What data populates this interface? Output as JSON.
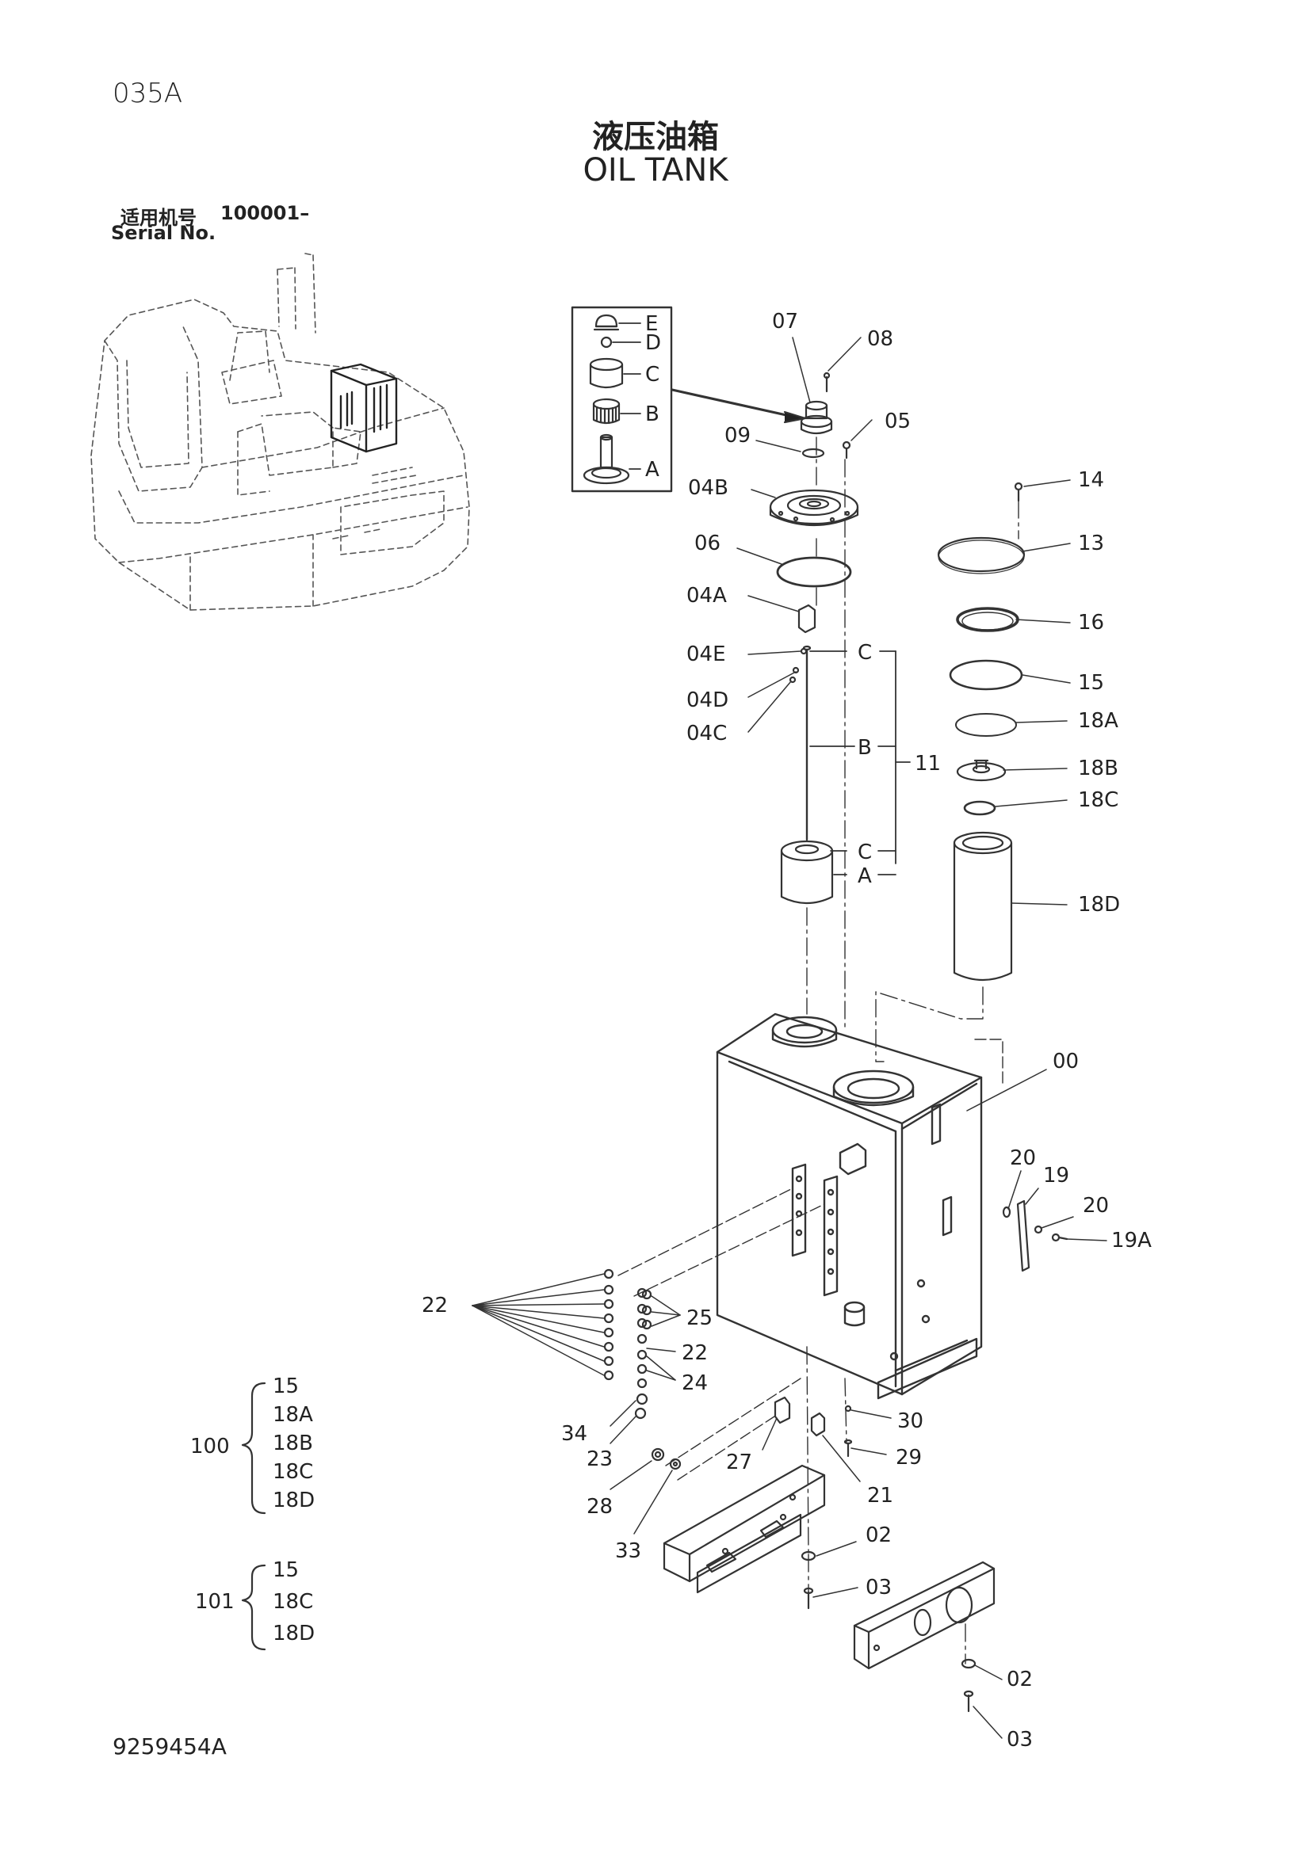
{
  "header": {
    "page_code": "035A",
    "title_cn": "液压油箱",
    "title_en": "OIL TANK",
    "serial_label_cn": "适用机号",
    "serial_from": "100001–",
    "serial_label_en": "Serial No."
  },
  "footer": {
    "drawing_number": "9259454A"
  },
  "inset_detail": {
    "labels": [
      "E",
      "D",
      "C",
      "B",
      "A"
    ]
  },
  "callouts": {
    "c07": "07",
    "c08": "08",
    "c09": "09",
    "c05": "05",
    "c04B": "04B",
    "c06": "06",
    "c04A": "04A",
    "c04E": "04E",
    "c04D": "04D",
    "c04C": "04C",
    "rodC1": "C",
    "rodB": "B",
    "rodC2": "C",
    "rodA": "A",
    "c11": "11",
    "c14": "14",
    "c13": "13",
    "c16": "16",
    "c15": "15",
    "c18A": "18A",
    "c18B": "18B",
    "c18C": "18C",
    "c18D": "18D",
    "c00": "00",
    "c20a": "20",
    "c19": "19",
    "c20b": "20",
    "c19A": "19A",
    "c22a": "22",
    "c25": "25",
    "c22b": "22",
    "c24": "24",
    "c34": "34",
    "c23": "23",
    "c28": "28",
    "c33": "33",
    "c27": "27",
    "c21": "21",
    "c30": "30",
    "c29": "29",
    "c02a": "02",
    "c03a": "03",
    "c02b": "02",
    "c03b": "03"
  },
  "kits": [
    {
      "number": "100",
      "items": [
        "15",
        "18A",
        "18B",
        "18C",
        "18D"
      ]
    },
    {
      "number": "101",
      "items": [
        "15",
        "18C",
        "18D"
      ]
    }
  ]
}
